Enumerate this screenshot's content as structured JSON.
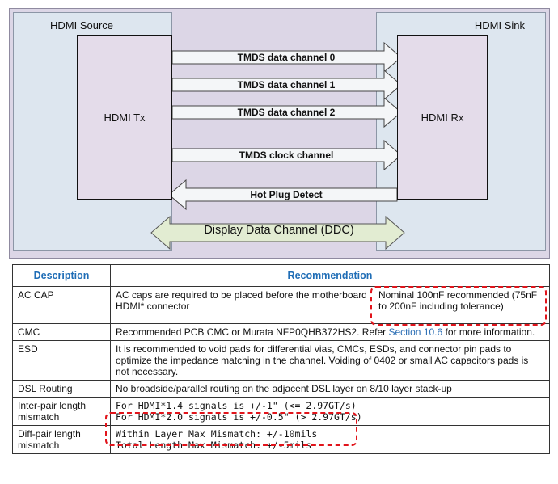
{
  "diagram": {
    "source_title": "HDMI Source",
    "sink_title": "HDMI Sink",
    "tx_label": "HDMI Tx",
    "rx_label": "HDMI Rx",
    "channels": [
      {
        "label": "TMDS data channel 0",
        "direction": "right"
      },
      {
        "label": "TMDS data channel 1",
        "direction": "right"
      },
      {
        "label": "TMDS data channel 2",
        "direction": "right"
      },
      {
        "label": "TMDS clock channel",
        "direction": "right"
      },
      {
        "label": "Hot Plug Detect",
        "direction": "left"
      }
    ],
    "ddc_label": "Display Data Channel (DDC)",
    "colors": {
      "background": "#dcd6e6",
      "system_box": "#dde6ef",
      "arrow_fill": "#f4f6f8",
      "ddc_fill": "#e2ecd2",
      "highlight": "#e1141b"
    }
  },
  "table": {
    "headers": {
      "description": "Description",
      "recommendation": "Recommendation"
    },
    "rows": {
      "ac_cap": {
        "desc": "AC CAP",
        "rec": "AC caps are required to be placed before the motherboard HDMI* connector",
        "note": "Nominal 100nF recommended (75nF to 200nF including tolerance)"
      },
      "cmc": {
        "desc": "CMC",
        "rec_pre": "Recommended PCB CMC or Murata NFP0QHB372HS2. Refer ",
        "rec_link": "Section 10.6",
        "rec_post": " for more information."
      },
      "esd": {
        "desc": "ESD",
        "rec": "It is recommended to void pads for differential vias, CMCs, ESDs, and connector pin pads to optimize the impedance matching in the channel.  Voiding of 0402 or small AC capacitors pads is not necessary."
      },
      "dsl": {
        "desc": "DSL Routing",
        "rec": "No broadside/parallel routing on the adjacent DSL layer on 8/10 layer stack-up"
      },
      "inter_pair": {
        "desc": "Inter-pair length mismatch",
        "line1": "For HDMI*1.4 signals is +/-1\" (<= 2.97GT/s)",
        "line2": "For HDMI*2.0 signals is +/-0.5\" (> 2.97GT/s)"
      },
      "diff_pair": {
        "desc": "Diff-pair length mismatch",
        "line1": "Within Layer Max Mismatch: +/-10mils",
        "line2": "Total Length Max Mismatch: +/-5mils"
      }
    }
  }
}
